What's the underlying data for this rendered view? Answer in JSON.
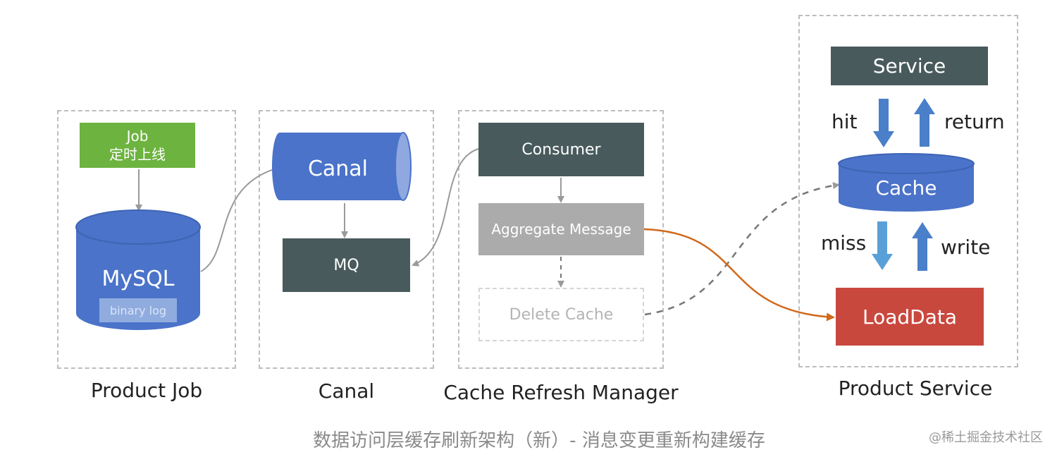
{
  "groups": {
    "product_job": "Product Job",
    "canal": "Canal",
    "cache_refresh_manager": "Cache Refresh Manager",
    "product_service": "Product Service"
  },
  "nodes": {
    "job_line1": "Job",
    "job_line2": "定时上线",
    "mysql": "MySQL",
    "binary_log": "binary log",
    "canal": "Canal",
    "mq": "MQ",
    "consumer": "Consumer",
    "aggregate_message": "Aggregate Message",
    "delete_cache": "Delete Cache",
    "service": "Service",
    "cache": "Cache",
    "load_data": "LoadData"
  },
  "edge_labels": {
    "hit": "hit",
    "return": "return",
    "miss": "miss",
    "write": "write"
  },
  "caption": "数据访问层缓存刷新架构（新）- 消息变更重新构建缓存",
  "watermark": "@稀土掘金技术社区",
  "colors": {
    "job_green": "#6db33f",
    "db_blue": "#4a73c9",
    "dark_box": "#485a5c",
    "aggregate_gray": "#ababab",
    "load_red": "#c9483e",
    "arrow_blue": "#4a7fc9",
    "flow_orange": "#d0691c"
  }
}
